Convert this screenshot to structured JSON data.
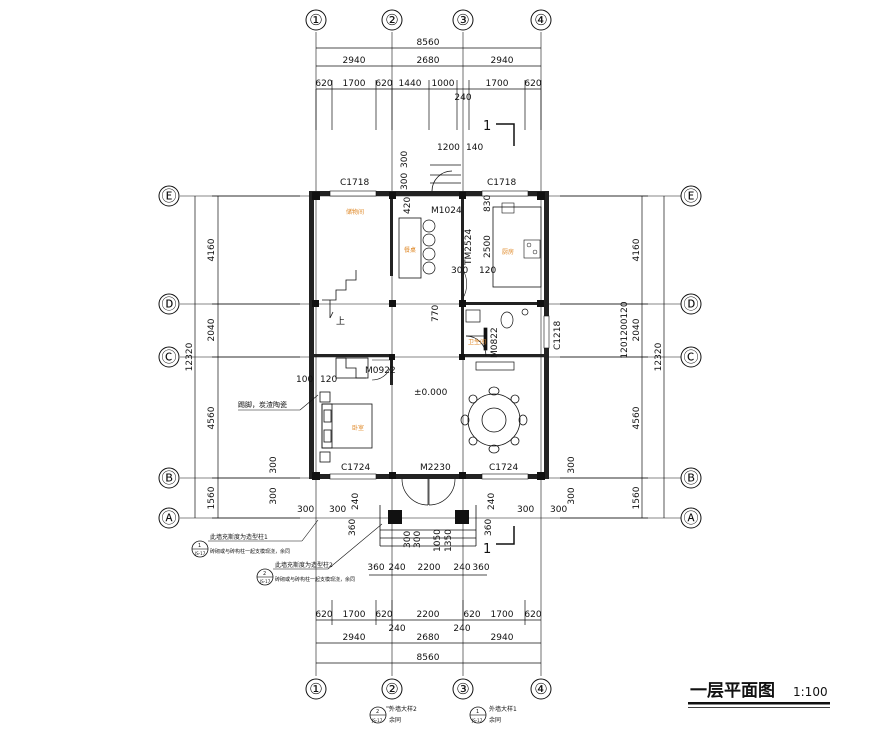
{
  "axes": {
    "cols": [
      "①",
      "②",
      "③",
      "④"
    ],
    "rows": [
      "Ⓔ",
      "Ⓓ",
      "Ⓒ",
      "Ⓑ",
      "Ⓐ"
    ]
  },
  "dims": {
    "top_total": "8560",
    "top_mid": [
      "2940",
      "2680",
      "2940"
    ],
    "top_detail": [
      "620",
      "1700",
      "620",
      "1440",
      "1000",
      "240",
      "1700",
      "620"
    ],
    "top_small": "240",
    "bottom_detail": [
      "620",
      "1700",
      "620",
      "2200",
      "620",
      "1700",
      "620"
    ],
    "bottom_mid": [
      "2940",
      "2680",
      "2940"
    ],
    "bottom_small": [
      "240",
      "240"
    ],
    "bottom_total": "8560",
    "left_total": "12320",
    "left_segs": [
      "4160",
      "2040",
      "4560",
      "1560"
    ],
    "right_total": "12320",
    "right_segs": [
      "4160",
      "2040",
      "4560",
      "1560"
    ],
    "right_small": [
      "1200",
      "120",
      "120"
    ],
    "left_small": [
      "300",
      "300"
    ],
    "right_small2": [
      "300",
      "300"
    ],
    "misc": [
      "1200",
      "140",
      "300",
      "300",
      "420",
      "830",
      "2500",
      "300",
      "120",
      "770",
      "100",
      "120",
      "360",
      "240",
      "2200",
      "240",
      "360",
      "300",
      "300",
      "240",
      "240",
      "300",
      "300",
      "360",
      "360",
      "300",
      "300",
      "1050",
      "1350"
    ]
  },
  "labels": {
    "c1718_l": "C1718",
    "c1718_r": "C1718",
    "m1024": "M1024",
    "tm2524": "TM2524",
    "m0822": "M0822",
    "c1218": "C1218",
    "m0922": "M0922",
    "c1724_l": "C1724",
    "c1724_r": "C1724",
    "m2230": "M2230",
    "elev": "±0.000",
    "up": "上",
    "section_top": "1",
    "section_bottom": "1"
  },
  "rooms": {
    "storage": "储物间",
    "dining_table": "餐桌",
    "kitchen": "厨房",
    "bath": "卫生间",
    "bedroom": "卧室"
  },
  "notes": {
    "kitchen_note": "踢脚，炭渣陶瓷",
    "callout1_line1": "此墙充斯度为造型柱1",
    "callout1_line2": "砖砌或与砖构柱一起支模现浇，余同",
    "callout2_line1": "此墙充斯度为造型柱2",
    "callout2_line2": "砖砌或与砖构柱一起支模现浇，余同",
    "callout_ref": "JS-17",
    "callout_num1": "1",
    "callout_num2": "2",
    "bot_ref1_top": "外墙大样2",
    "bot_ref1_bot": "余同",
    "bot_ref2_top": "外墙大样1",
    "bot_ref2_bot": "余同",
    "bot_ref_code": "JS-17",
    "bot_ref_num1": "2",
    "bot_ref_num2": "1"
  },
  "title": {
    "main": "一层平面图",
    "scale": "1:100"
  }
}
